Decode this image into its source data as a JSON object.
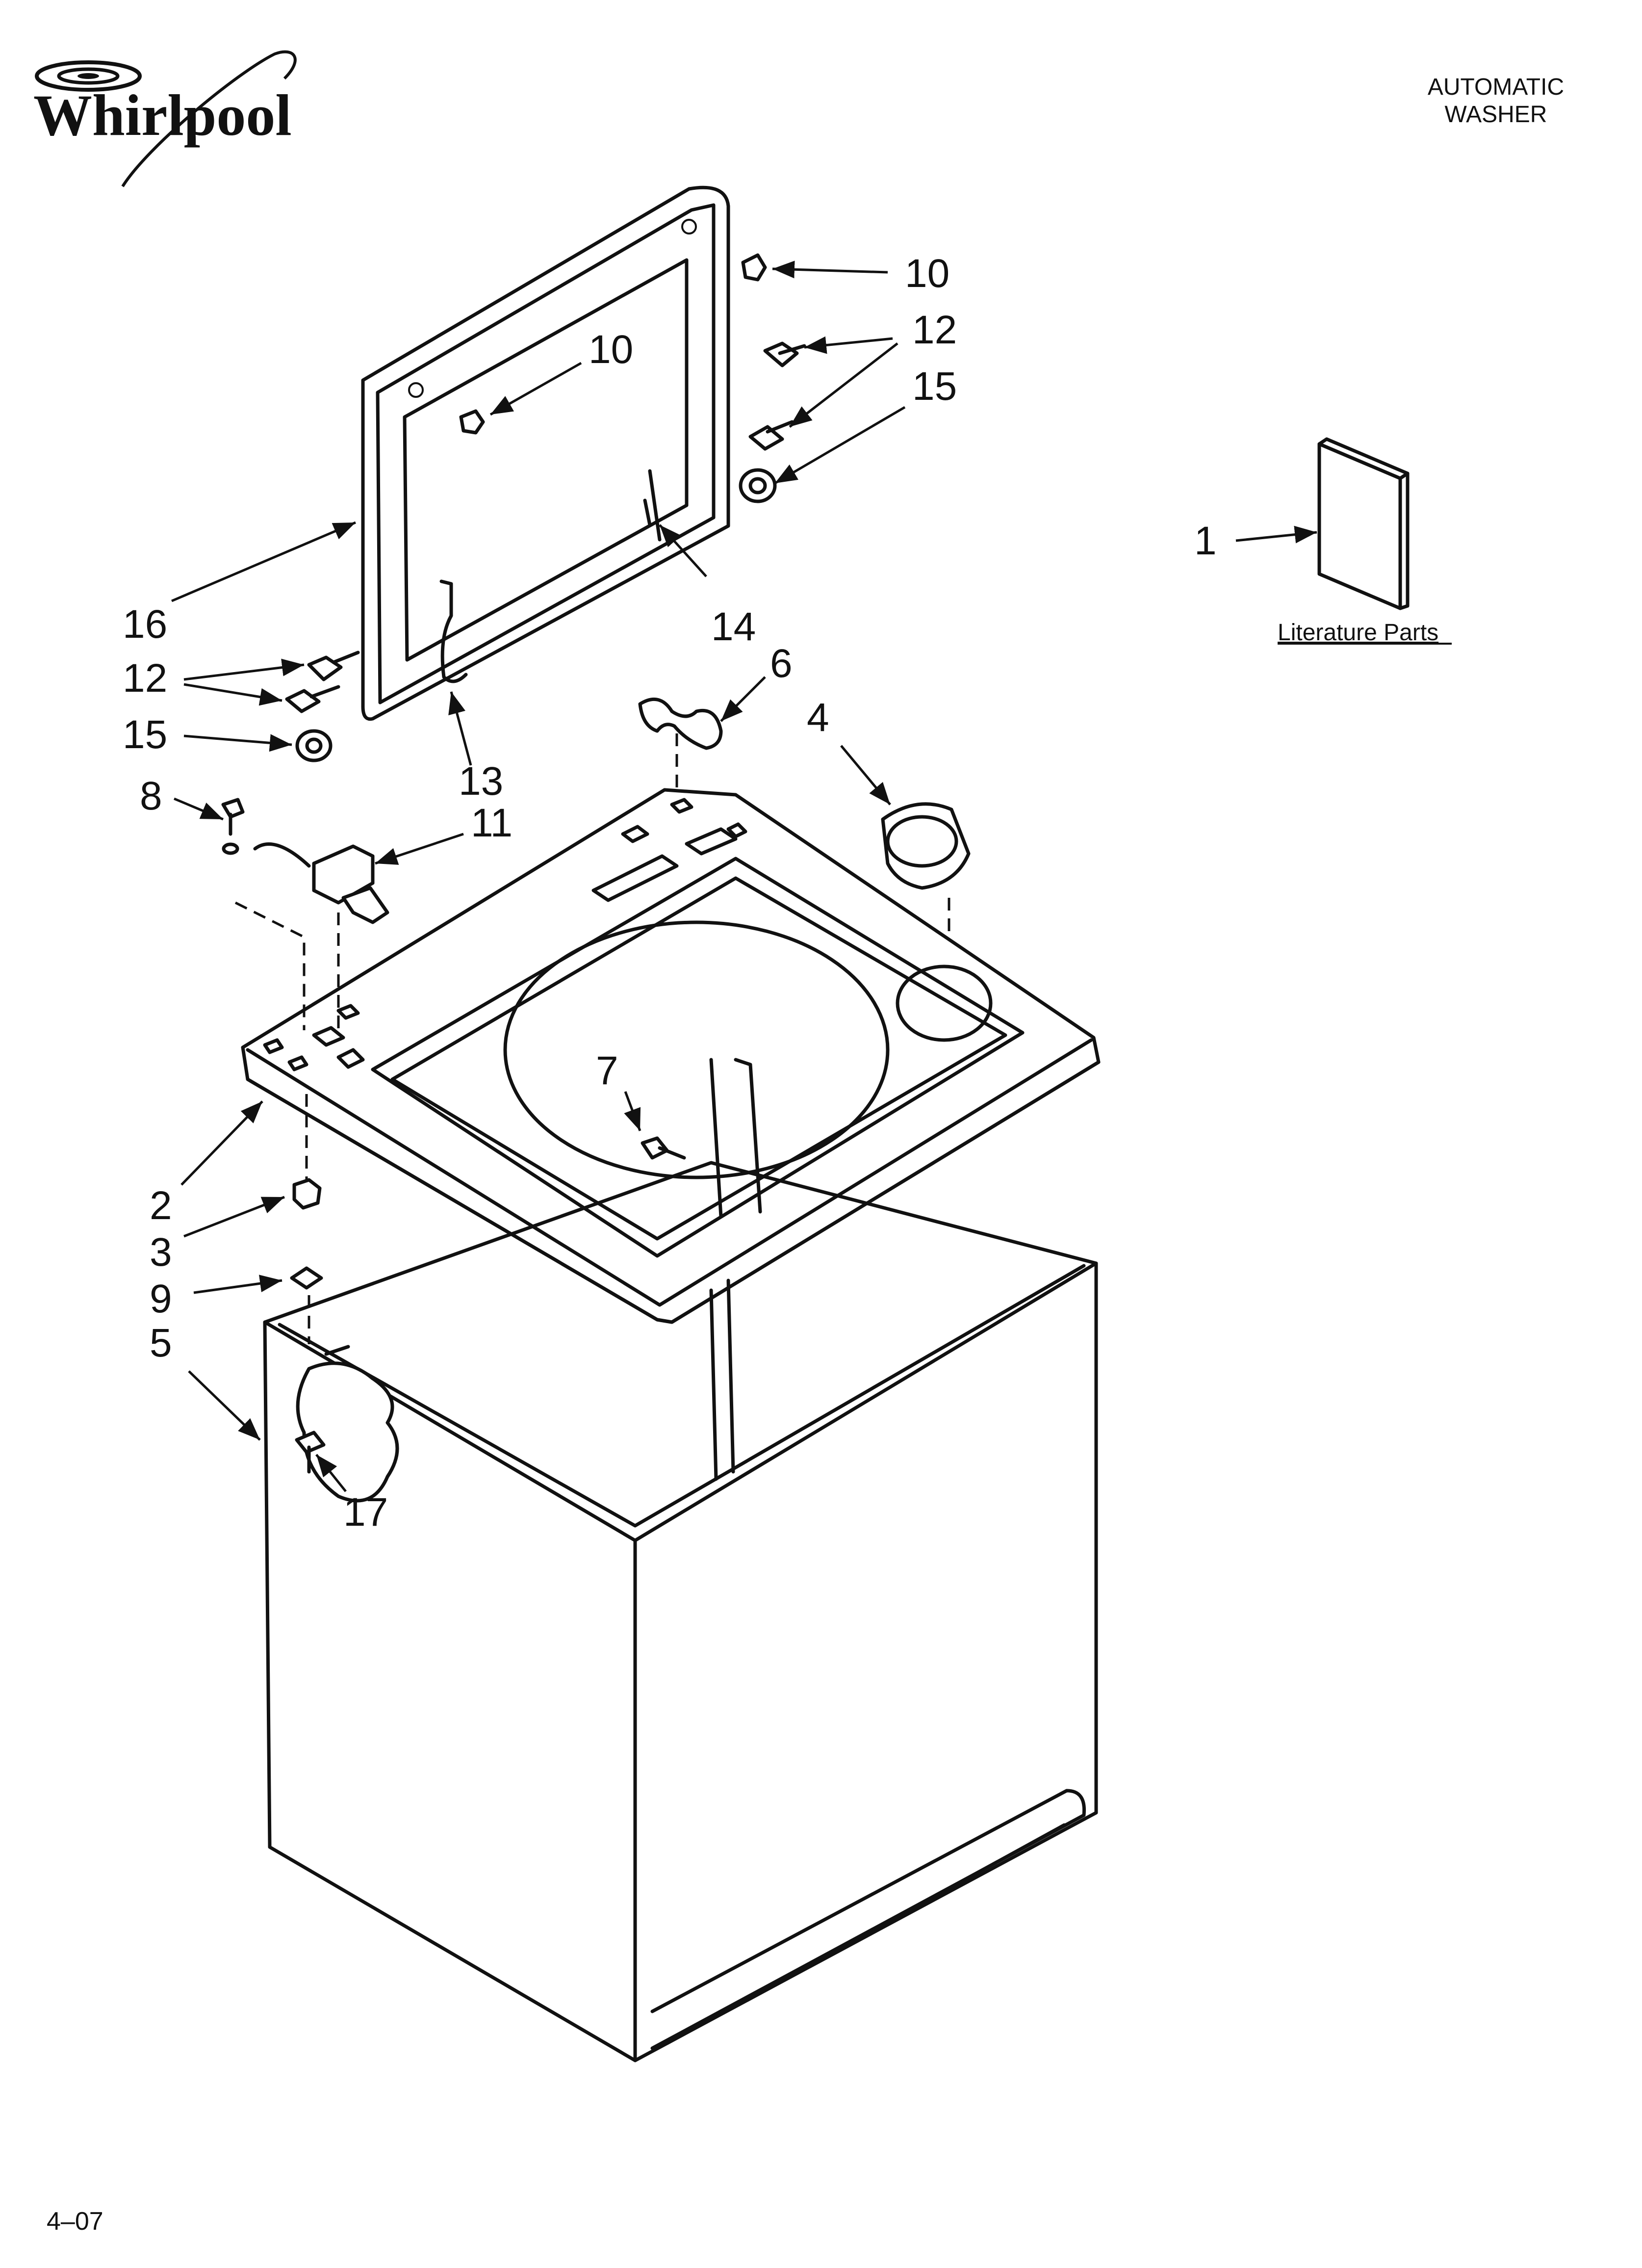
{
  "brand": {
    "logo_text": "Whirlpool"
  },
  "header": {
    "line1": "AUTOMATIC",
    "line2": "WASHER"
  },
  "literature_label": "Literature Parts",
  "page_code": "4–07",
  "callouts": [
    {
      "id": "c1",
      "label": "1"
    },
    {
      "id": "c2",
      "label": "2"
    },
    {
      "id": "c3",
      "label": "3"
    },
    {
      "id": "c4",
      "label": "4"
    },
    {
      "id": "c5",
      "label": "5"
    },
    {
      "id": "c6",
      "label": "6"
    },
    {
      "id": "c7",
      "label": "7"
    },
    {
      "id": "c8",
      "label": "8"
    },
    {
      "id": "c9",
      "label": "9"
    },
    {
      "id": "c10a",
      "label": "10"
    },
    {
      "id": "c10b",
      "label": "10"
    },
    {
      "id": "c11",
      "label": "11"
    },
    {
      "id": "c12a",
      "label": "12"
    },
    {
      "id": "c12b",
      "label": "12"
    },
    {
      "id": "c13",
      "label": "13"
    },
    {
      "id": "c14",
      "label": "14"
    },
    {
      "id": "c15a",
      "label": "15"
    },
    {
      "id": "c15b",
      "label": "15"
    },
    {
      "id": "c16",
      "label": "16"
    },
    {
      "id": "c17",
      "label": "17"
    }
  ]
}
